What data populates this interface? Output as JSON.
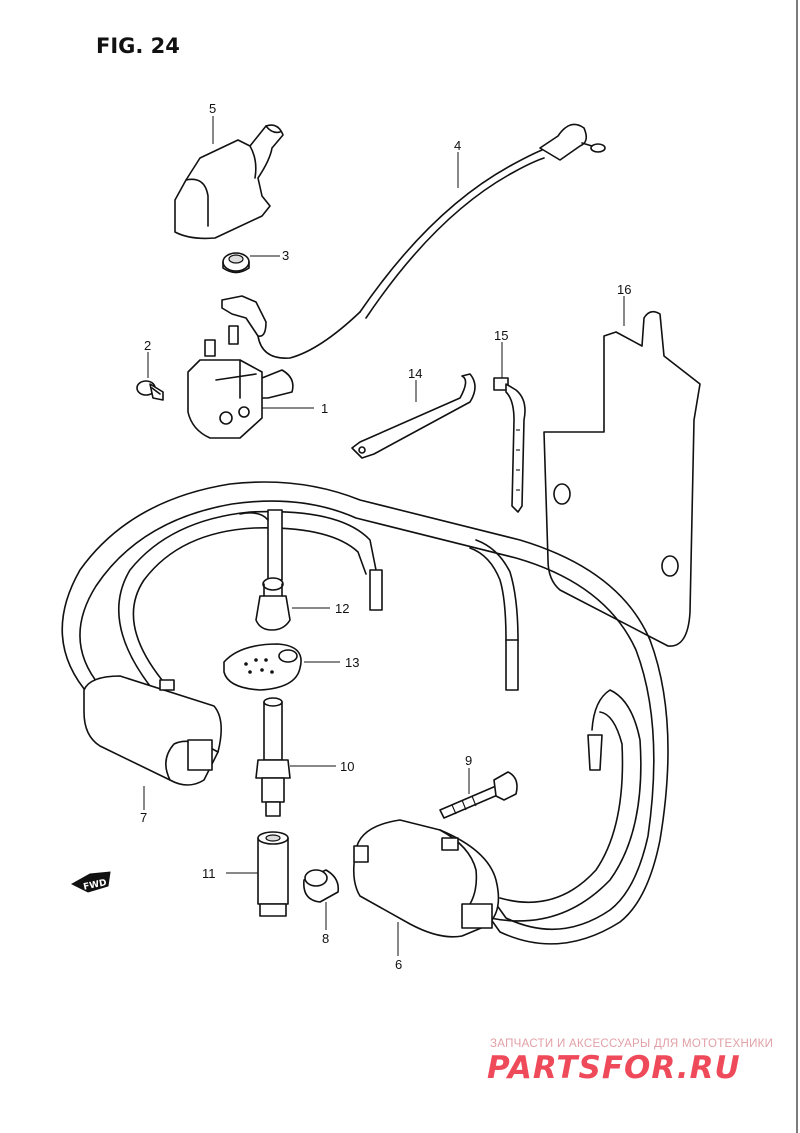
{
  "figure": {
    "title": "FIG. 24"
  },
  "callouts": [
    {
      "id": "1",
      "name": "1"
    },
    {
      "id": "2",
      "name": "2"
    },
    {
      "id": "3",
      "name": "3"
    },
    {
      "id": "4",
      "name": "4"
    },
    {
      "id": "5",
      "name": "5"
    },
    {
      "id": "6",
      "name": "6"
    },
    {
      "id": "7",
      "name": "7"
    },
    {
      "id": "8",
      "name": "8"
    },
    {
      "id": "9",
      "name": "9"
    },
    {
      "id": "10",
      "name": "10"
    },
    {
      "id": "11",
      "name": "11"
    },
    {
      "id": "12",
      "name": "12"
    },
    {
      "id": "13",
      "name": "13"
    },
    {
      "id": "14",
      "name": "14"
    },
    {
      "id": "15",
      "name": "15"
    },
    {
      "id": "16",
      "name": "16"
    }
  ],
  "direction_badge": "FWD",
  "watermark": {
    "tagline": "ЗАПЧАСТИ И АКСЕССУАРЫ ДЛЯ МОТОТЕХНИКИ",
    "logo": "PARTSFOR.RU",
    "color": "#ee4a5a"
  }
}
